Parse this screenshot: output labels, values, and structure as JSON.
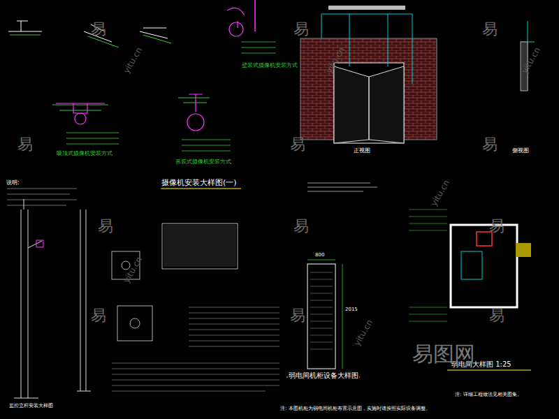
{
  "diagram": {
    "labels": [
      "摄像机安装大样图(一)",
      "弱电间机柜设备大样图",
      "弱电间大样图 1:25",
      "正视图",
      "侧视图",
      "800",
      "2015",
      "吸顶式摄像机安装方式",
      "吊装式摄像机安装方式",
      "壁装式摄像机安装方式",
      "监控立杆安装大样图",
      "注: 本图机柜为弱电间机柜布置示意图，实施时请按照实际设备调整。",
      "注: 详细工程做法见相关图集。",
      "说明:",
      "易",
      "易",
      "易",
      "易",
      "易",
      "易",
      "易",
      "易",
      "易",
      "易",
      "易",
      "易",
      "yitu.cn",
      "yitu.cn",
      "yitu.cn",
      "yitu.cn",
      "yitu.cn",
      "yitu.cn",
      "易图网"
    ]
  }
}
